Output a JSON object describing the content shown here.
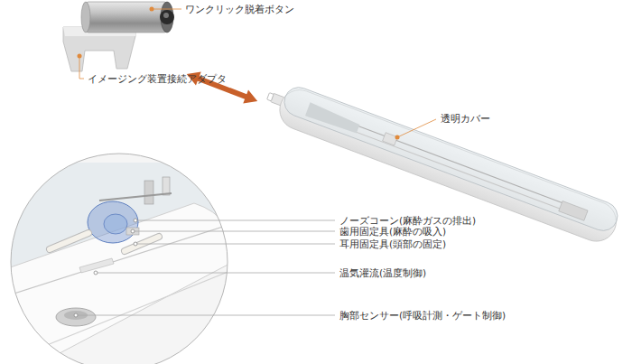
{
  "diagram": {
    "labels": [
      "ワンクリック脱着ボタン",
      "イメージング装置接続アダプタ",
      "透明カバー",
      "ノーズコーン(麻酔ガスの排出)",
      "歯用固定具(麻酔の吸入)",
      "耳用固定具(頭部の固定)",
      "温気灌流(温度制御)",
      "胸部センサー(呼吸計測・ゲート制御)"
    ]
  }
}
